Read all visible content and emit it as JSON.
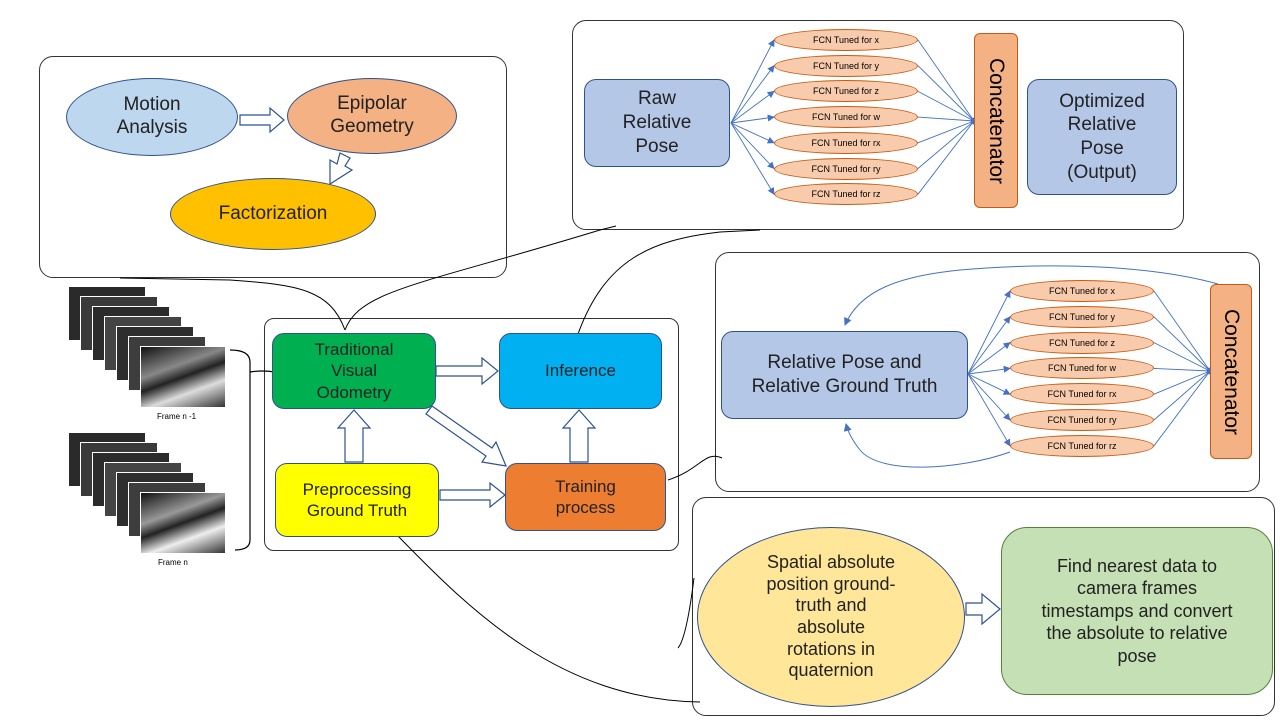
{
  "top_left_panel": {
    "motion_analysis": "Motion\nAnalysis",
    "epipolar_geometry": "Epipolar\nGeometry",
    "factorization": "Factorization"
  },
  "main_panel": {
    "traditional_vo": "Traditional\nVisual\nOdometry",
    "inference": "Inference",
    "preprocessing": "Preprocessing\nGround Truth",
    "training": "Training\nprocess"
  },
  "frames": {
    "caption_prev": "Frame n -1",
    "caption_curr": "Frame n"
  },
  "inference_panel": {
    "raw_pose": "Raw\nRelative\nPose",
    "concatenator": "Concatenator",
    "optimized_pose": "Optimized\nRelative\nPose\n(Output)",
    "fcn_labels": [
      "FCN Tuned for x",
      "FCN Tuned for y",
      "FCN Tuned for z",
      "FCN Tuned for w",
      "FCN Tuned for rx",
      "FCN Tuned for ry",
      "FCN Tuned for rz"
    ]
  },
  "training_panel": {
    "relative_pose_gt": "Relative  Pose and\nRelative Ground Truth",
    "concatenator": "Concatenator",
    "fcn_labels": [
      "FCN Tuned for x",
      "FCN Tuned for y",
      "FCN Tuned for z",
      "FCN Tuned for w",
      "FCN Tuned for rx",
      "FCN Tuned for ry",
      "FCN Tuned for rz"
    ]
  },
  "preprocessing_panel": {
    "spatial_gt": "Spatial absolute\nposition ground-\ntruth and\nabsolute\nrotations in\nquaternion",
    "find_nearest": "Find nearest data to\ncamera frames\ntimestamps and convert\nthe absolute to relative\npose"
  },
  "colors": {
    "light_blue": "#bdd7ee",
    "salmon": "#f4b183",
    "gold": "#ffc000",
    "green": "#00b050",
    "cyan": "#00b0f0",
    "yellow": "#ffff00",
    "orange": "#ed7d31",
    "periwinkle": "#b4c7e7",
    "fcn": "#f8cbad",
    "pale_yellow": "#ffe699",
    "pale_green": "#c5e0b4"
  }
}
